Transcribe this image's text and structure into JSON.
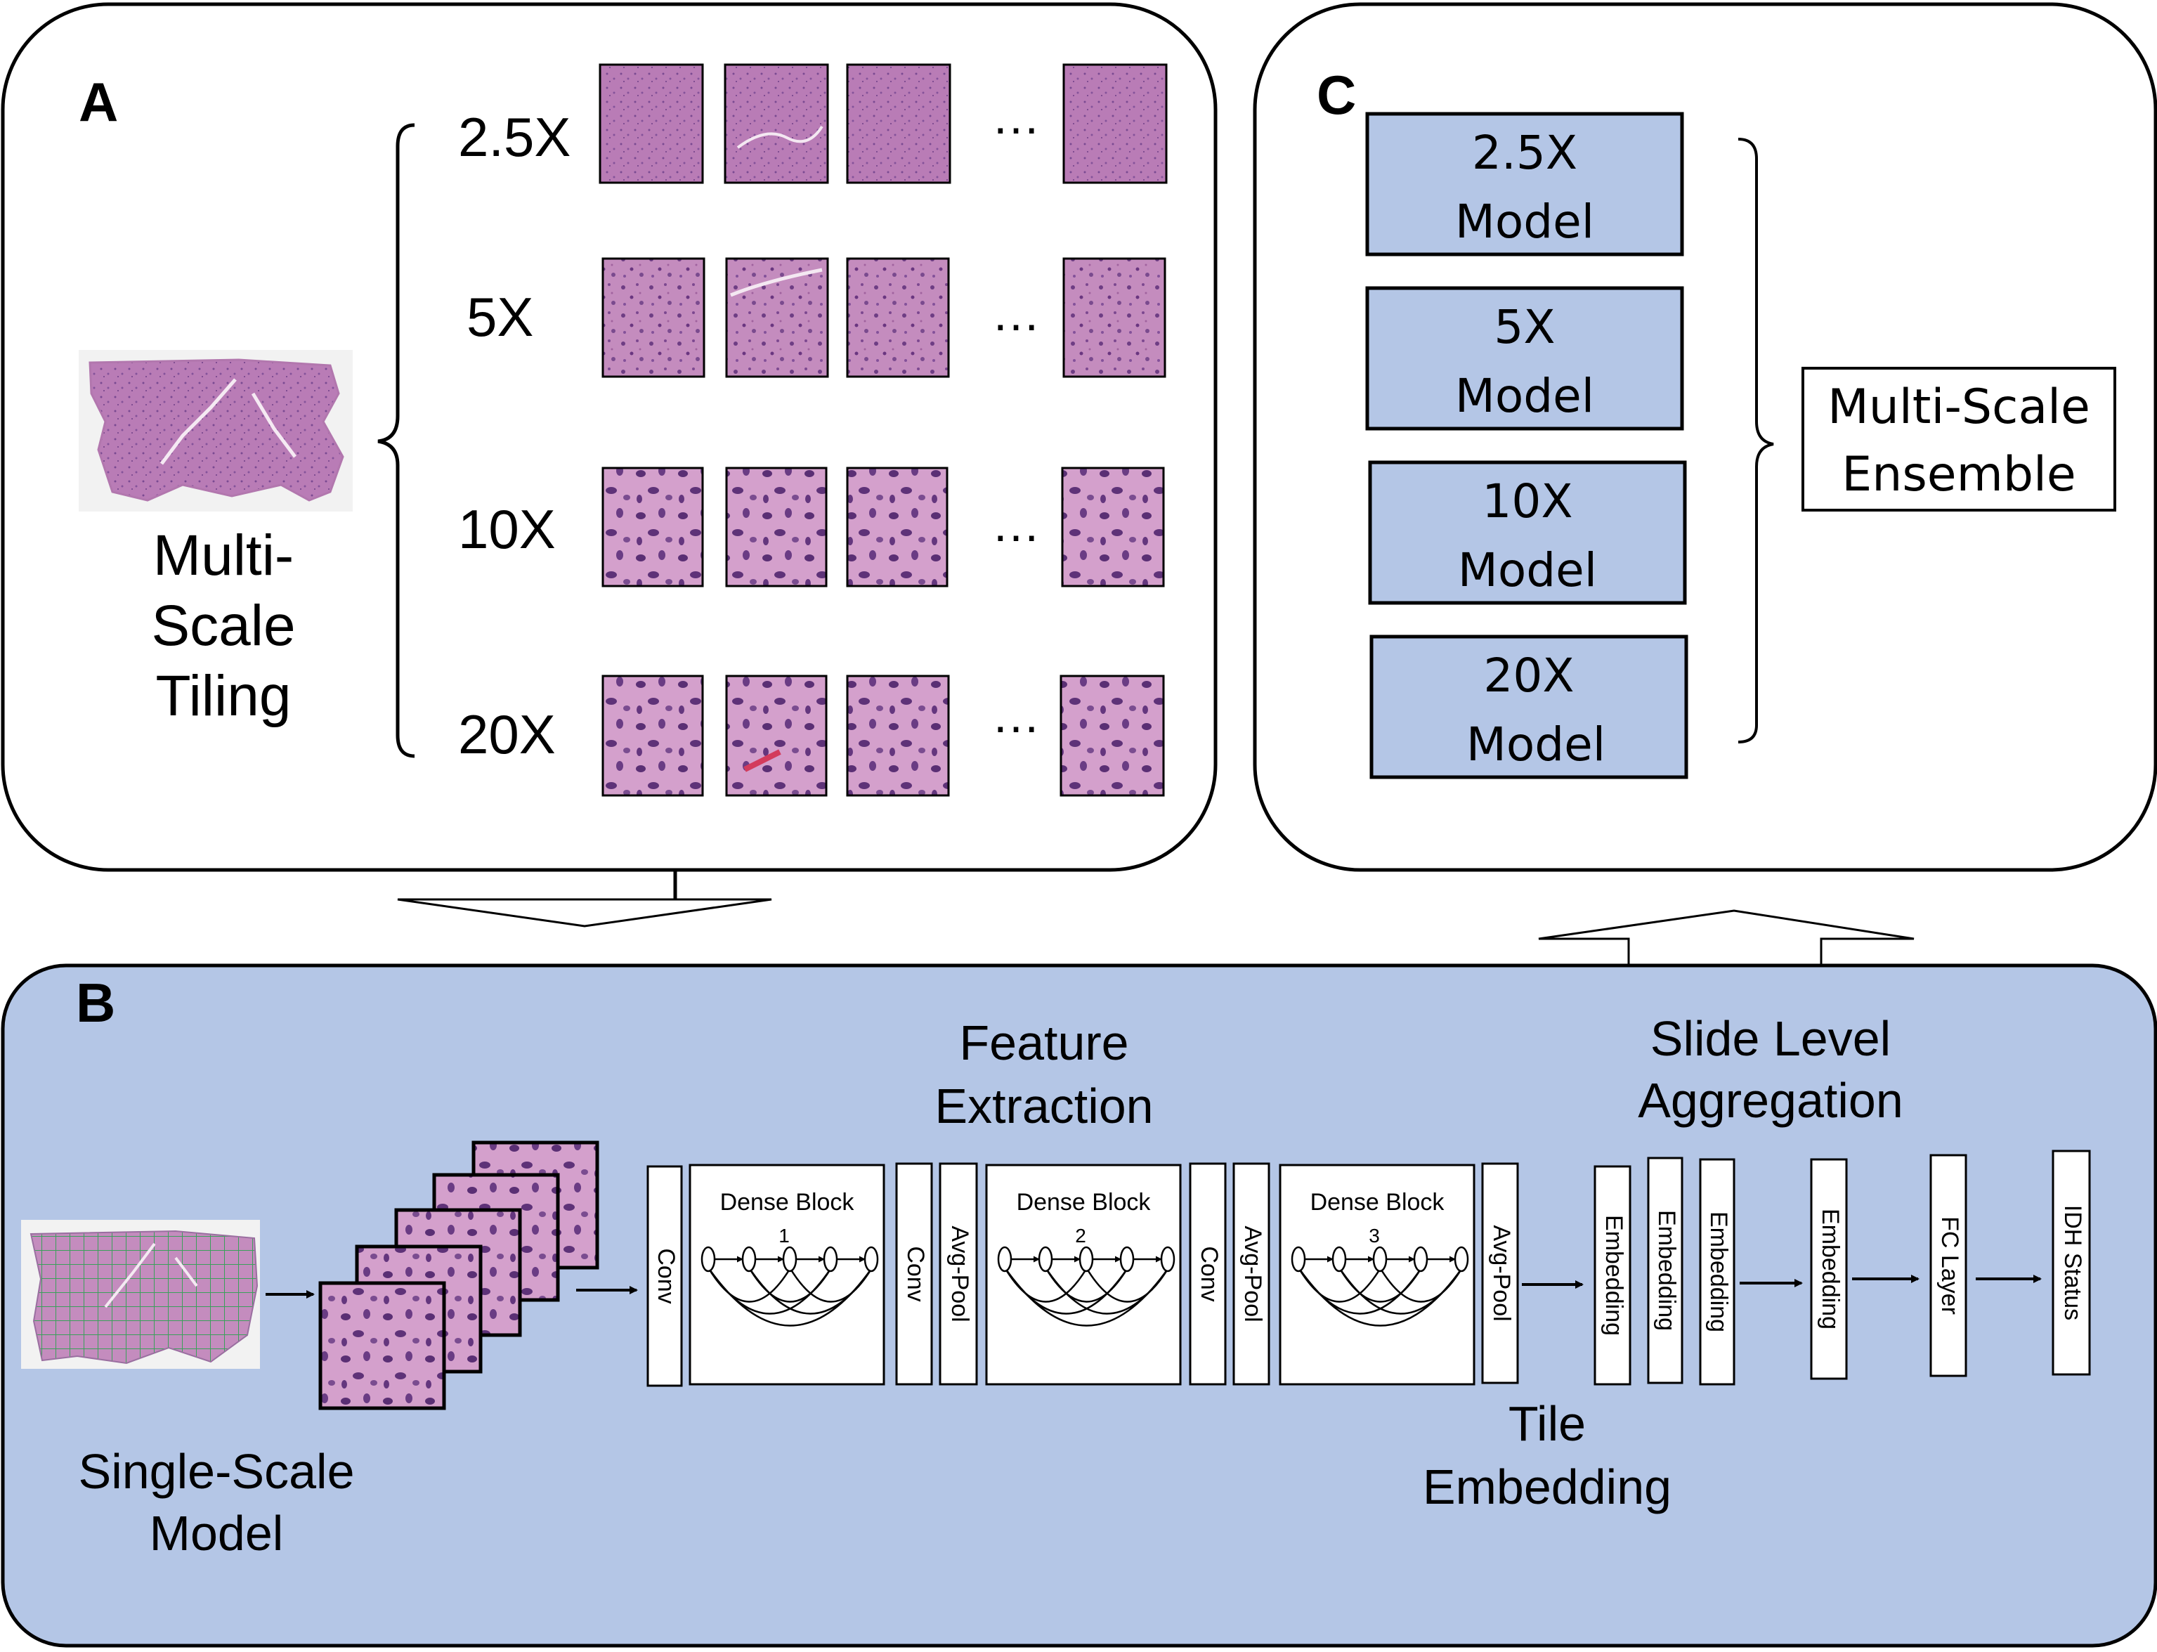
{
  "panels": {
    "a": {
      "letter": "A",
      "tiling_caption": [
        "Multi-",
        "Scale",
        "Tiling"
      ],
      "rows": [
        {
          "label": "2.5X",
          "ellipsis": "…"
        },
        {
          "label": "5X",
          "ellipsis": "…"
        },
        {
          "label": "10X",
          "ellipsis": "…"
        },
        {
          "label": "20X",
          "ellipsis": "…"
        }
      ]
    },
    "b": {
      "letter": "B",
      "feature_extraction": [
        "Feature",
        "Extraction"
      ],
      "slide_level": [
        "Slide Level",
        "Aggregation"
      ],
      "tile_embedding": [
        "Tile",
        "Embedding"
      ],
      "single_scale": [
        "Single-Scale",
        "Model"
      ],
      "blocks": [
        "Conv",
        "Conv",
        "Avg-Pool",
        "Conv",
        "Avg-Pool",
        "Avg-Pool",
        "Embedding",
        "Embedding",
        "Embedding",
        "Embedding",
        "FC Layer",
        "IDH Status"
      ],
      "dense_blocks": [
        {
          "title": "Dense Block",
          "number": "1"
        },
        {
          "title": "Dense Block",
          "number": "2"
        },
        {
          "title": "Dense Block",
          "number": "3"
        }
      ]
    },
    "c": {
      "letter": "C",
      "models": [
        [
          "2.5X",
          "Model"
        ],
        [
          "5X",
          "Model"
        ],
        [
          "10X",
          "Model"
        ],
        [
          "20X",
          "Model"
        ]
      ],
      "ensemble": [
        "Multi-Scale",
        "Ensemble"
      ]
    }
  },
  "colors": {
    "panel_b_fill": "#b4c6e6",
    "model_fill": "#b4c6e6",
    "tissue": "#c98ec0",
    "grid": "#3aa05a"
  }
}
